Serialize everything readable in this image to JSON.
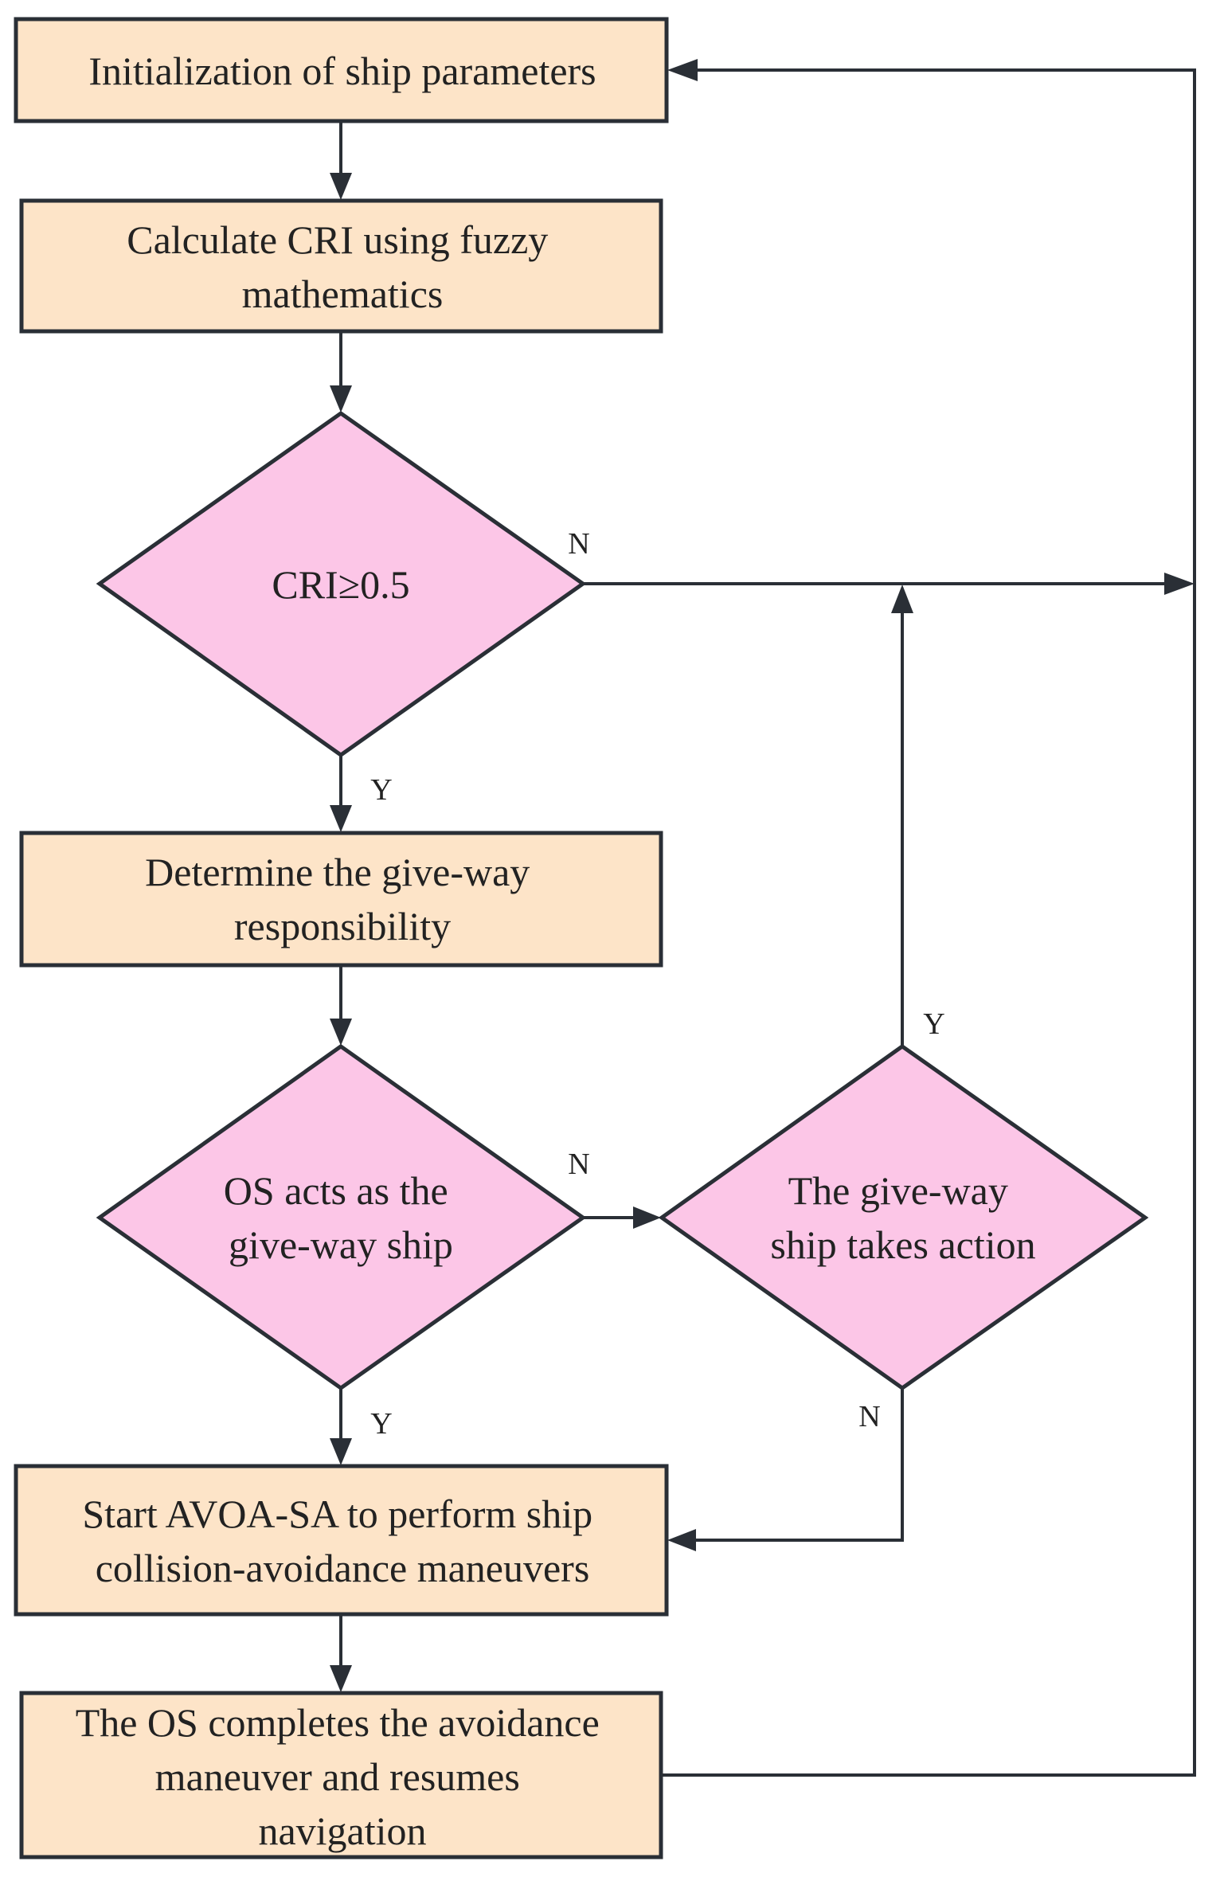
{
  "nodes": {
    "init": {
      "lines": [
        "Initialization of ship parameters"
      ]
    },
    "cri_calc": {
      "lines": [
        "Calculate CRI using fuzzy",
        "mathematics"
      ]
    },
    "cri_check": {
      "lines": [
        "CRI≥0.5"
      ]
    },
    "give_way_resp": {
      "lines": [
        "Determine the give-way",
        "responsibility"
      ]
    },
    "os_give_way": {
      "lines": [
        "OS acts as the",
        "give-way ship"
      ]
    },
    "gw_action": {
      "lines": [
        "The give-way",
        "ship takes action"
      ]
    },
    "avoa_sa": {
      "lines": [
        "Start AVOA-SA to perform ship",
        "collision-avoidance maneuvers"
      ]
    },
    "complete": {
      "lines": [
        "The OS completes the avoidance",
        "maneuver and resumes",
        "navigation"
      ]
    }
  },
  "branch_labels": {
    "cri_no": "N",
    "cri_yes": "Y",
    "os_no": "N",
    "os_yes": "Y",
    "gw_yes": "Y",
    "gw_no": "N"
  },
  "colors": {
    "process_fill": "#fde4c8",
    "decision_fill": "#fcc6e7",
    "stroke": "#2a2f36"
  }
}
